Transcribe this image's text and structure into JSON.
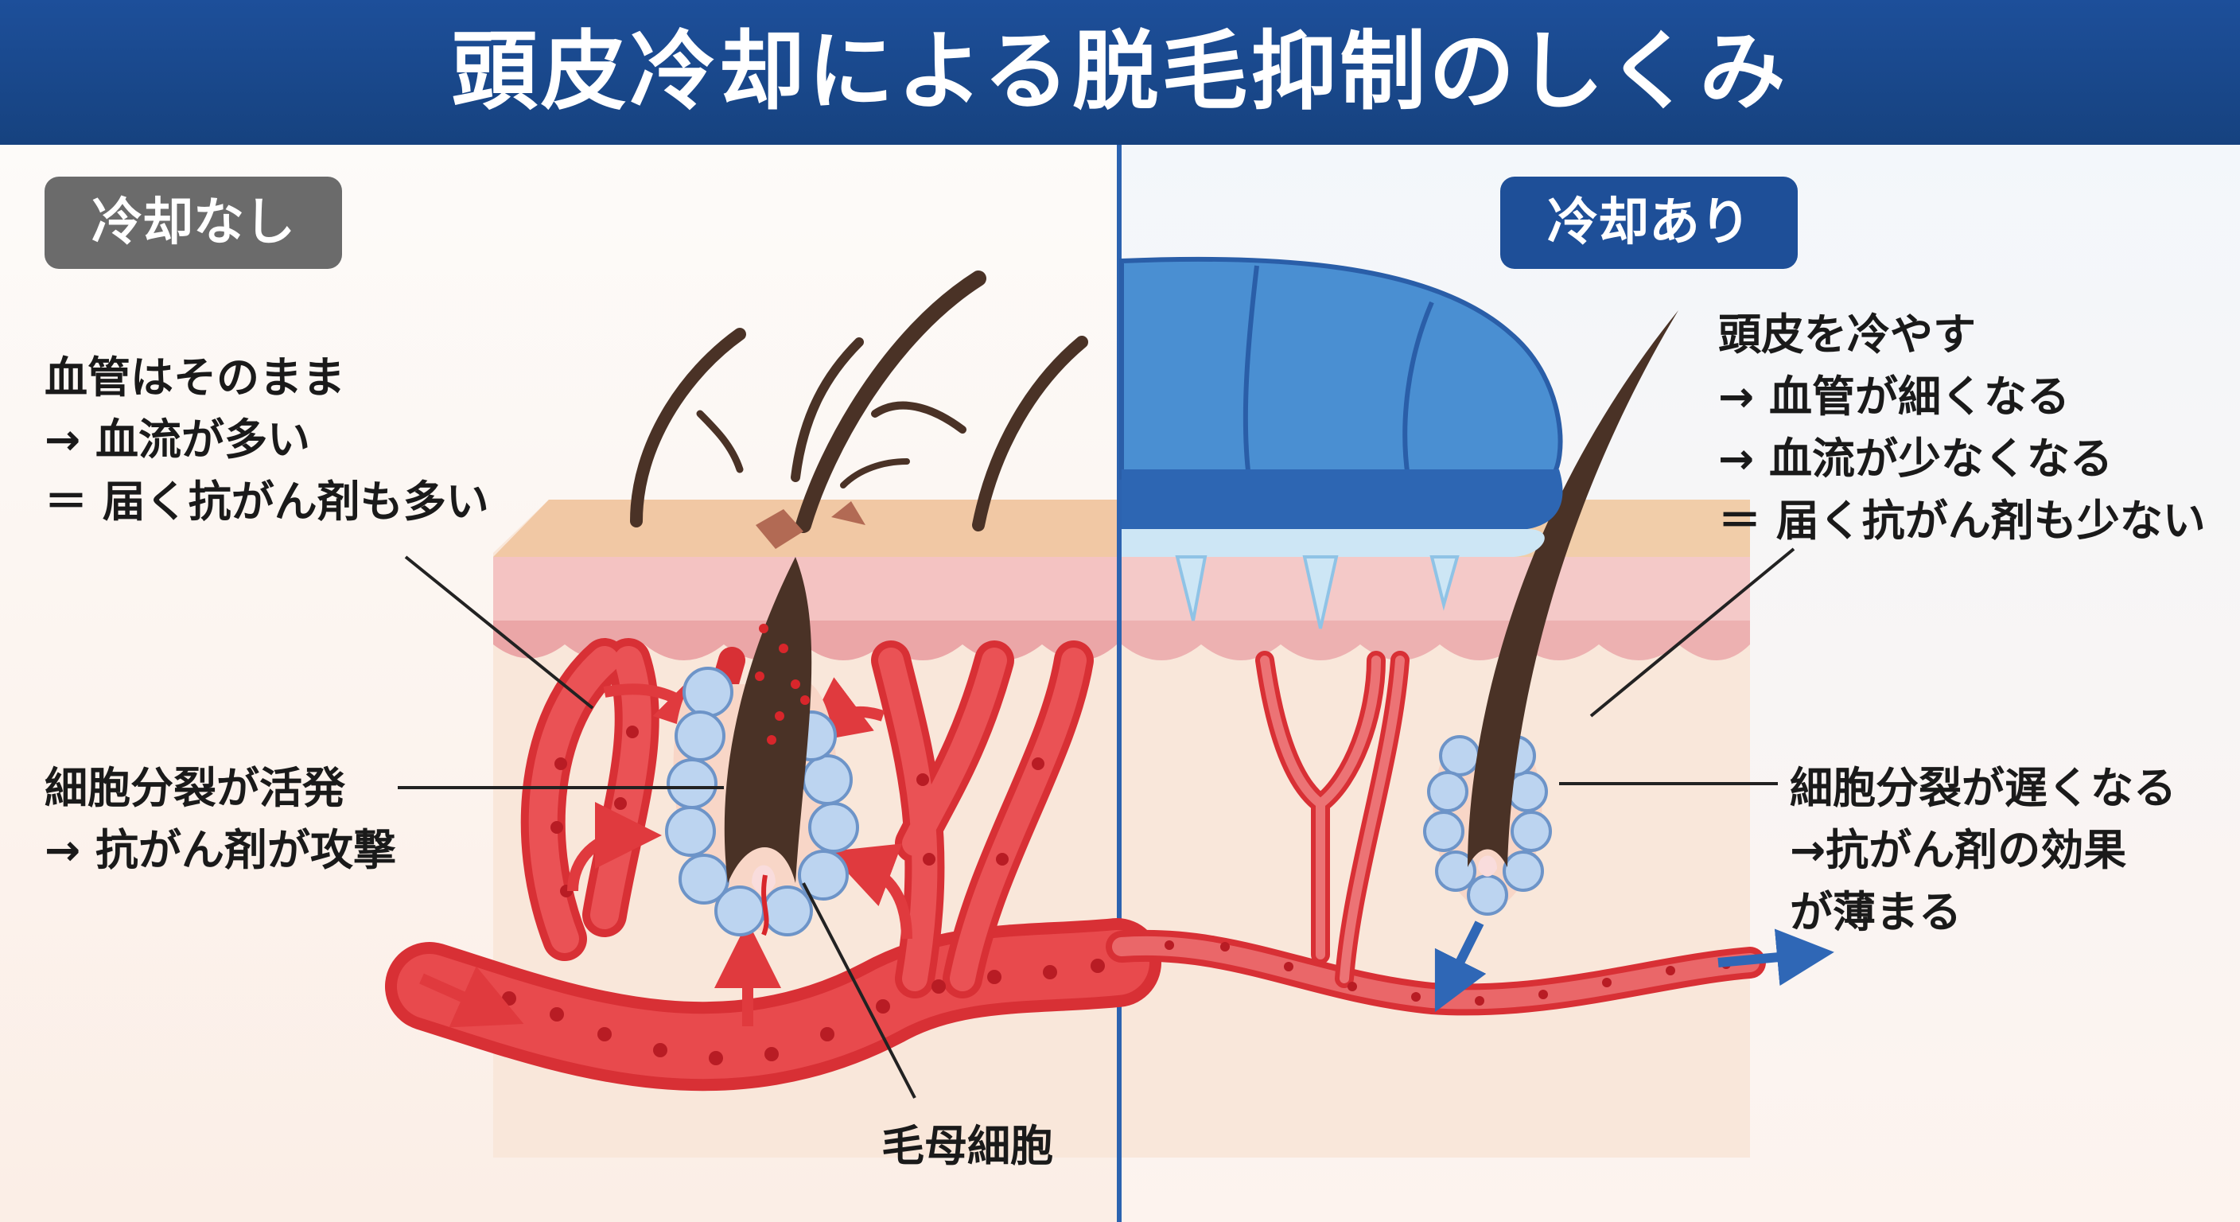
{
  "title": "頭皮冷却による脱毛抑制のしくみ",
  "left_panel": {
    "badge": "冷却なし",
    "note_blood": [
      "血管はそのまま",
      "→ 血流が多い",
      "＝ 届く抗がん剤も多い"
    ],
    "note_cells": [
      "細胞分裂が活発",
      "→ 抗がん剤が攻撃"
    ],
    "label_matrix": "毛母細胞"
  },
  "right_panel": {
    "badge": "冷却あり",
    "note_cooling": [
      "頭皮を冷やす",
      "→ 血管が細くなる",
      "→ 血流が少なくなる",
      "＝ 届く抗がん剤も少ない"
    ],
    "note_cells": [
      "細胞分裂が遅くなる",
      "→抗がん剤の効果",
      "が薄まる"
    ]
  },
  "colors": {
    "header": "#1d4f9a",
    "badge_off": "#6b6b6b",
    "badge_on": "#1e4f98",
    "vessel": "#e0363b",
    "cell": "#a9c6ea",
    "hair": "#4a3226",
    "cold_pack": "#4a90d4"
  }
}
